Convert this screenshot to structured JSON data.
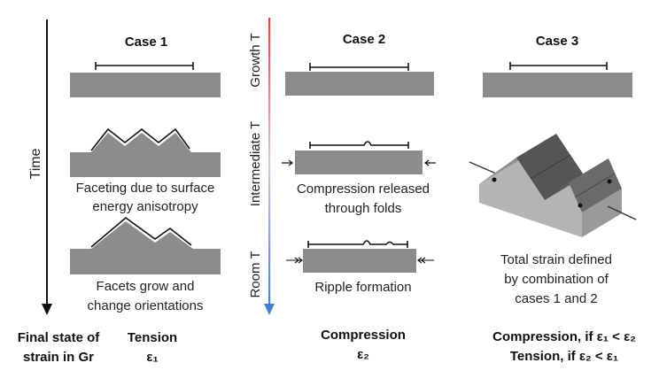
{
  "axes": {
    "time_label": "Time",
    "temperature_labels": [
      "Growth T",
      "Intermediate T",
      "Room T"
    ],
    "temperature_colors": {
      "top": "#e8413c",
      "bottom": "#4a7fd4"
    }
  },
  "cases": [
    {
      "title": "Case 1",
      "captions": [
        [
          "Faceting due to surface",
          "energy anisotropy"
        ],
        [
          "Facets grow and",
          "change orientations"
        ]
      ],
      "final_state": [
        "Tension",
        "ε₁"
      ]
    },
    {
      "title": "Case 2",
      "captions": [
        [
          "Compression released",
          "through folds"
        ],
        [
          "Ripple formation"
        ]
      ],
      "final_state": [
        "Compression",
        "ε₂"
      ]
    },
    {
      "title": "Case 3",
      "captions": [
        [
          "Total strain defined",
          "by combination of",
          "cases 1 and 2"
        ]
      ],
      "final_state": [
        "Compression, if ε₁ < ε₂",
        "Tension, if ε₂ < ε₁"
      ]
    }
  ],
  "row_label": [
    "Final state of",
    "strain in Gr"
  ]
}
